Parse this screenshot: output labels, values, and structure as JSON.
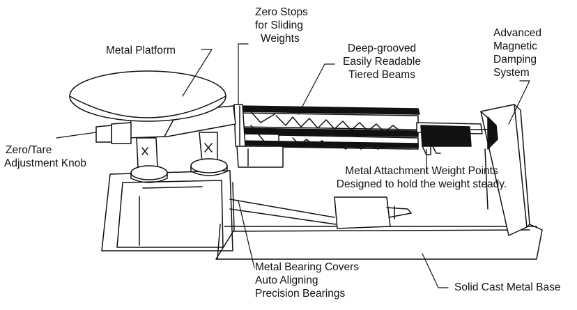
{
  "labels": {
    "metal_platform": [
      "Metal Platform"
    ],
    "zero_stops": [
      "Zero Stops",
      "for Sliding",
      "Weights"
    ],
    "deep_grooved": [
      "Deep-grooved",
      "Easily Readable",
      "Tiered Beams"
    ],
    "magnetic_damping": [
      "Advanced",
      "Magnetic",
      "Damping",
      "System"
    ],
    "zero_tare": [
      "Zero/Tare",
      "Adjustment Knob"
    ],
    "attachment_points": [
      "Metal Attachment Weight Points",
      "Designed to hold the weight steady."
    ],
    "bearing_covers": [
      "Metal Bearing Covers",
      "Auto Aligning",
      "Precision Bearings"
    ],
    "solid_base": [
      "Solid Cast Metal Base"
    ]
  },
  "colors": {
    "stroke": "#111111",
    "fill_dark": "#111111",
    "fill_light": "#ffffff"
  }
}
